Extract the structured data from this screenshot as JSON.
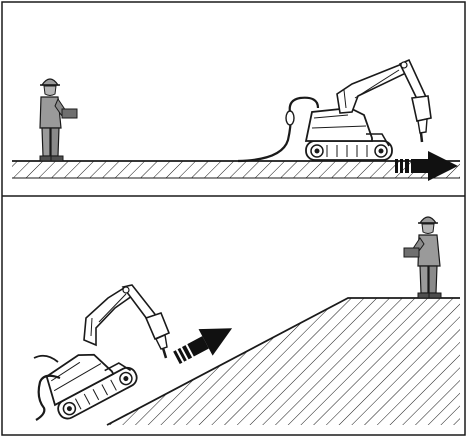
{
  "colors": {
    "line": "#1a1a1a",
    "worker_fill": "#9a9a9a",
    "worker_dark": "#6f6f6f",
    "machine_fill": "#ffffff",
    "arrow": "#111111",
    "background": "#ffffff"
  },
  "panels": [
    {
      "id": "flat-ground",
      "operator": "remote-control-operator",
      "machine": "demolition-robot-with-breaker",
      "direction": "right",
      "terrain": "level"
    },
    {
      "id": "slope",
      "operator": "remote-control-operator",
      "machine": "demolition-robot-with-breaker",
      "direction": "up-slope",
      "terrain": "incline"
    }
  ],
  "icons": [
    "direction-arrow",
    "worker-figure",
    "hydraulic-breaker",
    "crawler-track",
    "power-cable"
  ]
}
